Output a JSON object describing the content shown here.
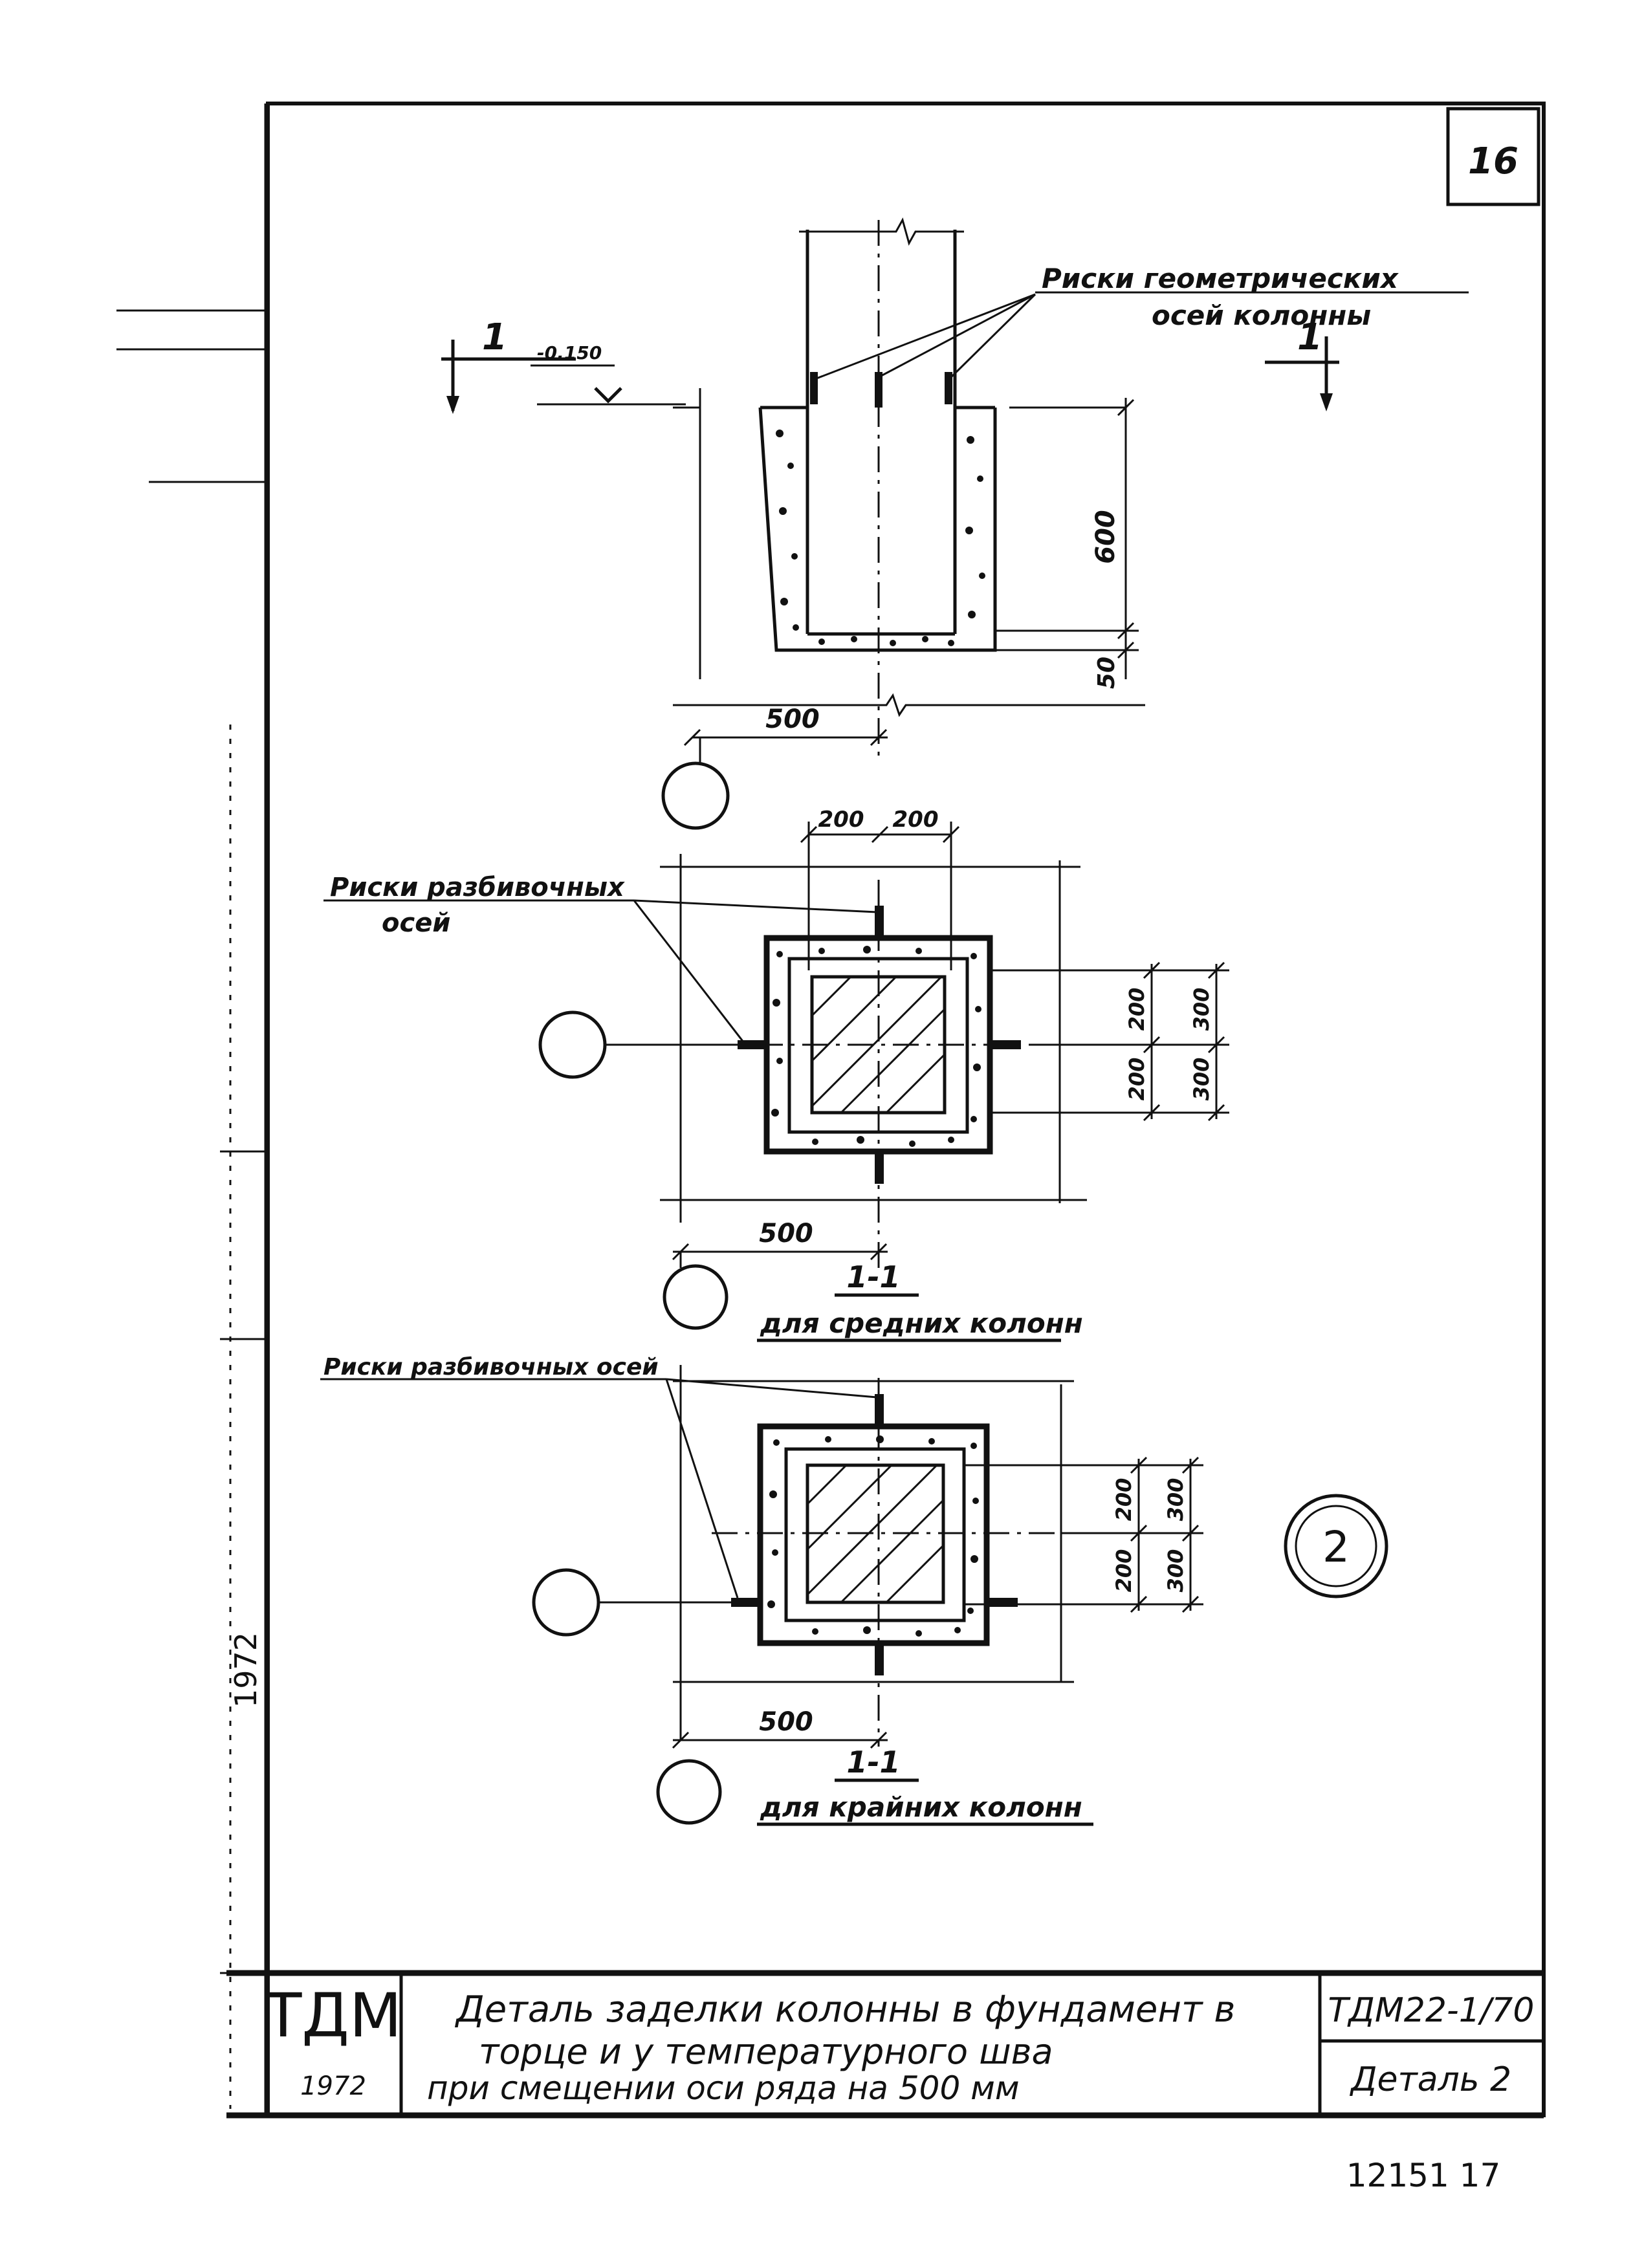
{
  "sheet": {
    "number": "16",
    "archive": "12151   17"
  },
  "section_view": {
    "level": "-0.150",
    "section_mark": "1",
    "label_line1": "Риски геометрических",
    "label_line2": "осей колонны",
    "dim_600": "600",
    "dim_50": "50",
    "dim_500": "500"
  },
  "plan_middle": {
    "label_line1": "Риски разбивочных",
    "label_line2": "осей",
    "dim_top_left": "200",
    "dim_top_right": "200",
    "dim_right_200a": "200",
    "dim_right_200b": "200",
    "dim_right_300a": "300",
    "dim_right_300b": "300",
    "dim_500": "500",
    "section_title": "1-1",
    "caption": "для средних колонн"
  },
  "plan_edge": {
    "label": "Риски разбивочных осей",
    "dim_200a": "200",
    "dim_200b": "200",
    "dim_300a": "300",
    "dim_300b": "300",
    "dim_500": "500",
    "section_title": "1-1",
    "caption": "для крайних колонн",
    "detail_number": "2"
  },
  "title_block": {
    "logo": "ТДМ",
    "year": "1972",
    "title_line1": "Деталь заделки колонны в фундамент в",
    "title_line2": "торце и у температурного шва",
    "title_line3": "при смещении оси ряда на 500 мм",
    "code": "ТДМ22-1/70",
    "detail": "Деталь 2"
  },
  "side_strip": {
    "year": "1972"
  }
}
